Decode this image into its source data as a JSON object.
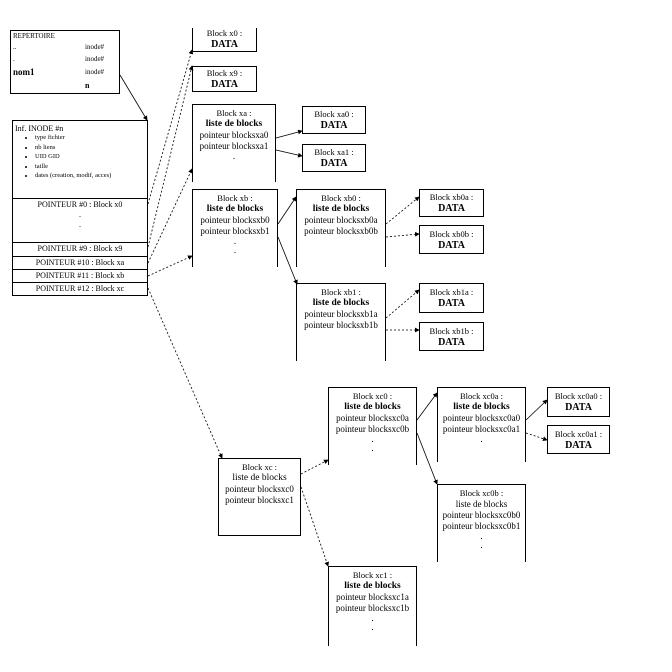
{
  "repertoire": {
    "title": "REPERTOIRE",
    "rows": [
      {
        "name": "..",
        "inode": "inode#"
      },
      {
        "name": ".",
        "inode": "inode#"
      },
      {
        "name": "nom1",
        "inode": "inode#"
      },
      {
        "name": "",
        "inode": "n"
      }
    ]
  },
  "inode": {
    "title": "Inf. INODE #n",
    "attributes": [
      "type fichier",
      "nb liens",
      "UID GID",
      "taille",
      "dates (creation, modif, acces)"
    ],
    "pointers": [
      "POINTEUR #0 : Block x0",
      ".",
      ".",
      "POINTEUR #9 : Block x9",
      "POINTEUR #10 : Block xa",
      "POINTEUR #11 : Block xb",
      "POINTEUR #12 : Block xc"
    ]
  },
  "blocks": {
    "x0": {
      "title": "Block x0 :",
      "content": "DATA"
    },
    "x9": {
      "title": "Block x9 :",
      "content": "DATA"
    },
    "xa": {
      "title": "Block xa :",
      "subtitle": "liste de blocks",
      "pointers": [
        "pointeur blocksxa0",
        "pointeur blocksxa1"
      ]
    },
    "xa0": {
      "title": "Block xa0 :",
      "content": "DATA"
    },
    "xa1": {
      "title": "Block xa1 :",
      "content": "DATA"
    },
    "xb": {
      "title": "Block xb :",
      "subtitle": "liste de blocks",
      "pointers": [
        "pointeur blocksxb0",
        "pointeur blocksxb1"
      ]
    },
    "xb0": {
      "title": "Block xb0 :",
      "subtitle": "liste de blocks",
      "pointers": [
        "pointeur blocksxb0a",
        "pointeur blocksxb0b"
      ]
    },
    "xb0a": {
      "title": "Block xb0a :",
      "content": "DATA"
    },
    "xb0b": {
      "title": "Block xb0b :",
      "content": "DATA"
    },
    "xb1": {
      "title": "Block xb1 :",
      "subtitle": "liste de blocks",
      "pointers": [
        "pointeur blocksxb1a",
        "pointeur blocksxb1b"
      ]
    },
    "xb1a": {
      "title": "Block xb1a :",
      "content": "DATA"
    },
    "xb1b": {
      "title": "Block xb1b :",
      "content": "DATA"
    },
    "xc": {
      "title": "Block xc :",
      "subtitle": "liste de blocks",
      "pointers": [
        "pointeur blocksxc0",
        "pointeur blocksxc1"
      ]
    },
    "xc0": {
      "title": "Block xc0 :",
      "subtitle": "liste de blocks",
      "pointers": [
        "pointeur blocksxc0a",
        "pointeur blocksxc0b"
      ]
    },
    "xc0a": {
      "title": "Block xc0a :",
      "subtitle": "liste de blocks",
      "pointers": [
        "pointeur blocksxc0a0",
        "pointeur blocksxc0a1"
      ]
    },
    "xc0a0": {
      "title": "Block xc0a0 :",
      "content": "DATA"
    },
    "xc0a1": {
      "title": "Block xc0a1 :",
      "content": "DATA"
    },
    "xc0b": {
      "title": "Block xc0b :",
      "subtitle": "liste de blocks",
      "pointers": [
        "pointeur blocksxc0b0",
        "pointeur blocksxc0b1"
      ]
    },
    "xc1": {
      "title": "Block xc1 :",
      "subtitle": "liste de blocks",
      "pointers": [
        "pointeur blocksxc1a",
        "pointeur blocksxc1b"
      ]
    }
  },
  "ellipsis": "."
}
